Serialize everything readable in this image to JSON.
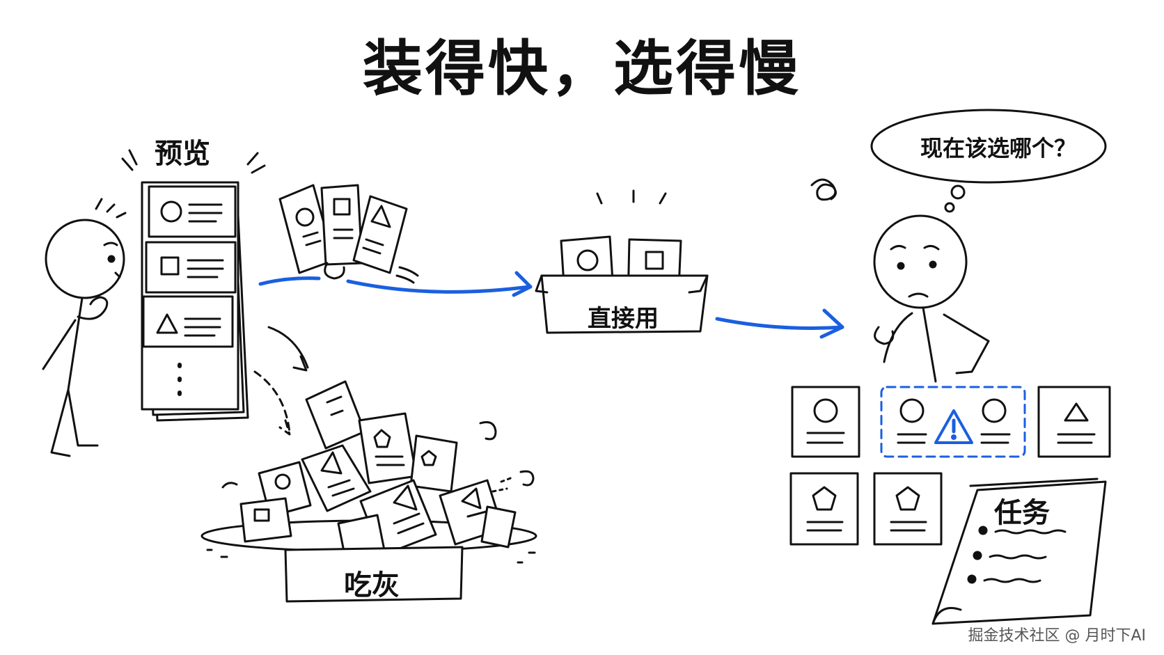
{
  "title": "装得快，选得慢",
  "preview_label": "预览",
  "direct_use_label": "直接用",
  "dust_label": "吃灰",
  "thought_bubble": "现在该选哪个？",
  "task_label": "任务",
  "watermark": "掘金技术社区 @ 月时下AI",
  "colors": {
    "arrow": "#1a5fe0",
    "ink": "#111111",
    "warning": "#1a5fe0"
  }
}
